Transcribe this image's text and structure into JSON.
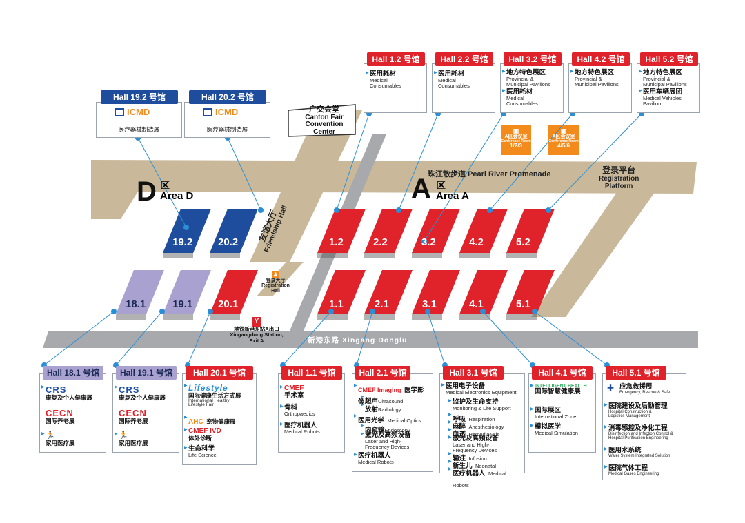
{
  "areas": {
    "d": {
      "letter": "D",
      "zh": "区",
      "en": "Area D"
    },
    "a": {
      "letter": "A",
      "zh": "区",
      "en": "Area A"
    }
  },
  "landmarks": {
    "canton": {
      "zh": "广交会堂",
      "en1": "Canton Fair",
      "en2": "Convention",
      "en3": "Center"
    },
    "promenade": "珠江散步道 Pearl River Promenade",
    "registration": {
      "zh": "登录平台",
      "en1": "Registration",
      "en2": "Platform"
    },
    "friendship": {
      "zh": "友谊大厅",
      "en": "Friendship Hall"
    },
    "reg_hall": {
      "zh": "登录大厅",
      "en1": "Registration",
      "en2": "Hall"
    },
    "road": "新港东路 Xingang Donglu",
    "metro": {
      "zh": "地铁新港东站A出口",
      "en1": "Xingangdong Station,",
      "en2": "Exit A"
    },
    "conf1": {
      "zh": "A区会议室",
      "en": "Conference Room",
      "num": "1/2/3"
    },
    "conf2": {
      "zh": "A区会议室",
      "en": "Conference Room",
      "num": "4/5/6"
    }
  },
  "hall_labels": {
    "h19_2": "19.2",
    "h20_2": "20.2",
    "h18_1": "18.1",
    "h19_1": "19.1",
    "h20_1": "20.1",
    "h1_2": "1.2",
    "h2_2": "2.2",
    "h3_2": "3.2",
    "h4_2": "4.2",
    "h5_2": "5.2",
    "h1_1": "1.1",
    "h2_1": "2.1",
    "h3_1": "3.1",
    "h4_1": "4.1",
    "h5_1": "5.1"
  },
  "cards": {
    "c19_2": {
      "title": "Hall 19.2 号馆",
      "logo": "ICMD",
      "zh": "医疗器械制造展"
    },
    "c20_2": {
      "title": "Hall 20.2 号馆",
      "logo": "ICMD",
      "zh": "医疗器械制造展"
    },
    "c1_2": {
      "title": "Hall 1.2 号馆",
      "i1zh": "医用耗材",
      "i1en1": "Medical",
      "i1en2": "Consumables"
    },
    "c2_2": {
      "title": "Hall 2.2 号馆",
      "i1zh": "医用耗材",
      "i1en1": "Medical",
      "i1en2": "Consumables"
    },
    "c3_2": {
      "title": "Hall 3.2 号馆",
      "i1zh": "地方特色展区",
      "i1en1": "Provincial &",
      "i1en2": "Municipal Pavilions",
      "i2zh": "医用耗材",
      "i2en1": "Medical",
      "i2en2": "Consumables"
    },
    "c4_2": {
      "title": "Hall 4.2 号馆",
      "i1zh": "地方特色展区",
      "i1en1": "Provincial &",
      "i1en2": "Municipal Pavilions"
    },
    "c5_2": {
      "title": "Hall 5.2 号馆",
      "i1zh": "地方特色展区",
      "i1en1": "Provincial &",
      "i1en2": "Municipal Pavilions",
      "i2zh": "医用车辆展团",
      "i2en1": "Medical Vehicles",
      "i2en2": "Pavilion"
    },
    "c18_1": {
      "title": "Hall 18.1 号馆",
      "crs": "CRS",
      "crs_zh": "康复及个人健康展",
      "cecn": "CECN",
      "cecn_zh": "国际养老展",
      "home_zh": "家用医疗展"
    },
    "c19_1": {
      "title": "Hall 19.1 号馆",
      "crs": "CRS",
      "crs_zh": "康复及个人健康展",
      "cecn": "CECN",
      "cecn_zh": "国际养老展",
      "home_zh": "家用医疗展"
    },
    "c20_1": {
      "title": "Hall 20.1 号馆",
      "logo": "Lifestyle",
      "l1zh": "国际健康生活方式展",
      "l1en1": "International Healthy",
      "l1en2": "Lifestyle Fair",
      "ahc": "AHC",
      "ahc_zh": "宠物健康展",
      "ivd": "CMEF IVD",
      "ivd_zh": "体外诊断",
      "ls_zh": "生命科学",
      "ls_en": "Life Science"
    },
    "c1_1": {
      "title": "Hall 1.1 号馆",
      "logo": "CMEF",
      "i1zh": "手术室",
      "i2zh": "骨科",
      "i2en": "Orthopaedics",
      "i3zh": "医疗机器人",
      "i3en": "Medical Robots"
    },
    "c2_1": {
      "title": "Hall 2.1 号馆",
      "logo": "CMEF Imaging",
      "logo_zh": "医学影像",
      "u_zh": "超声",
      "u_en": "Ultrasound",
      "r_zh": "放射",
      "r_en": "Radiology",
      "o_zh": "医用光学",
      "o_en": "Medical Optics",
      "e_zh": "内窥镜",
      "e_en": "Endoscopy",
      "l_zh": "激光及高频设备",
      "l_en1": "Laser and High-",
      "l_en2": "Frequency Devices",
      "m_zh": "医疗机器人",
      "m_en": "Medical Robots"
    },
    "c3_1": {
      "title": "Hall 3.1 号馆",
      "a_zh": "医用电子设备",
      "a_en": "Medical Electronics Equipment",
      "b_zh": "监护及生命支持",
      "b_en": "Monitoring & Life Support",
      "c_zh": "呼吸",
      "c_en": "Respiration",
      "d_zh": "麻醉",
      "d_en": "Anesthesiology",
      "e_zh": "血透",
      "e_en": "Hemodialysis",
      "f_zh": "激光及高频设备",
      "f_en1": "Laser and High-",
      "f_en2": "Frequency Devices",
      "g_zh": "输注",
      "g_en": "Infusion",
      "h_zh": "新生儿",
      "h_en": "Neonatal",
      "i_zh": "医疗机器人",
      "i_en": "Medical Robots"
    },
    "c4_1": {
      "title": "Hall 4.1 号馆",
      "logo": "INTELLIGENT HEALTH",
      "i1zh": "国际智慧健康展",
      "i2zh": "国际展区",
      "i2en": "International Zone",
      "i3zh": "模拟医学",
      "i3en": "Medical Simulation"
    },
    "c5_1": {
      "title": "Hall 5.1 号馆",
      "a_zh": "应急救援展",
      "a_en": "Emergency, Rescue & Safe",
      "b_zh": "医院建设及后勤管理",
      "b_en1": "Hospital Construction &",
      "b_en2": "Logistics Management",
      "c_zh": "消毒感控及净化工程",
      "c_en1": "Disinfection and Infection Control &",
      "c_en2": "Hospital Purification Engineering",
      "d_zh": "医用水系统",
      "d_en": "Water System Integrated Solution",
      "e_zh": "医院气体工程",
      "e_en": "Medical Gases Engineering"
    }
  },
  "colors": {
    "red": "#e0222a",
    "blue": "#1f4d9e",
    "lavender": "#a9a1cf",
    "road": "#c9b99a",
    "street": "#a7a9ac",
    "orange": "#f28a1c",
    "line": "#2b8fd6"
  }
}
